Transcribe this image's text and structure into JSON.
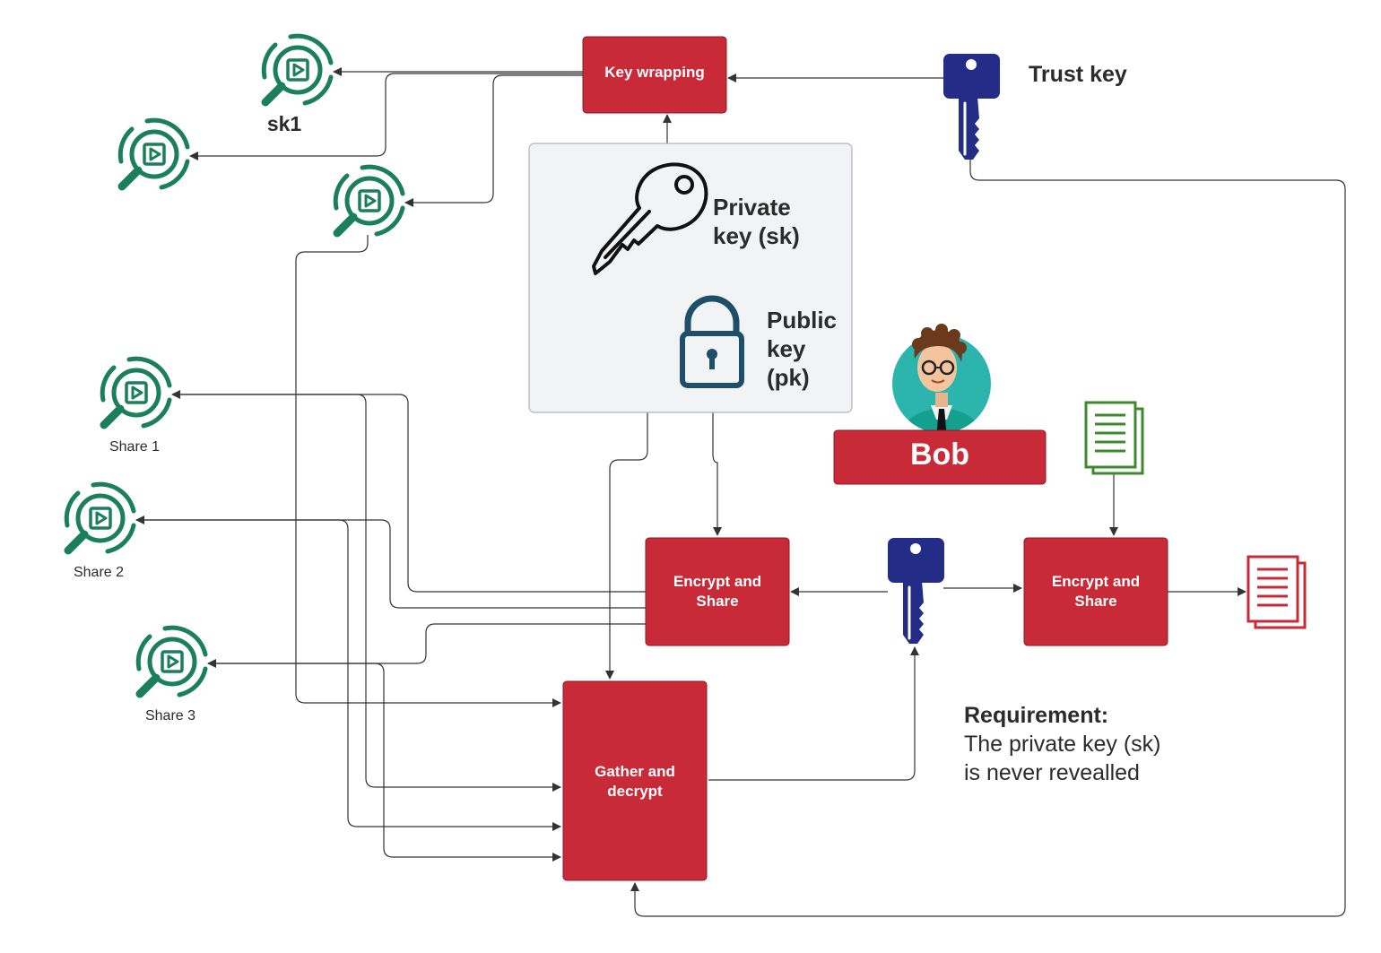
{
  "nodes": {
    "key_wrapping": "Key wrapping",
    "encrypt_share_left": [
      "Encrypt and",
      "Share"
    ],
    "encrypt_share_right": [
      "Encrypt and",
      "Share"
    ],
    "gather_decrypt": [
      "Gather and",
      "decrypt"
    ],
    "bob": "Bob"
  },
  "labels": {
    "trust_key": "Trust key",
    "sk1": "sk1",
    "private_key": [
      "Private",
      "key (sk)"
    ],
    "public_key": [
      "Public",
      "key",
      "(pk)"
    ],
    "share1": "Share 1",
    "share2": "Share 2",
    "share3": "Share 3"
  },
  "requirement": {
    "title": "Requirement:",
    "lines": [
      "The private key (sk)",
      "is never revealled"
    ]
  },
  "icons": {
    "storage": "magnifier-play-icon",
    "trust_key": "key-icon",
    "private_key": "key-outline-icon",
    "public_key": "padlock-icon",
    "person": "avatar-icon",
    "plain_doc": "document-icon",
    "cipher_doc": "document-icon"
  },
  "colors": {
    "box_red": "#c92a38",
    "storage_green": "#1a7f5a",
    "key_navy": "#232c86",
    "lock_navy": "#1f4e6b",
    "doc_green": "#3d8b2e",
    "doc_red": "#c92a38",
    "panel_gray": "#f2f3f5",
    "line": "#333333"
  }
}
